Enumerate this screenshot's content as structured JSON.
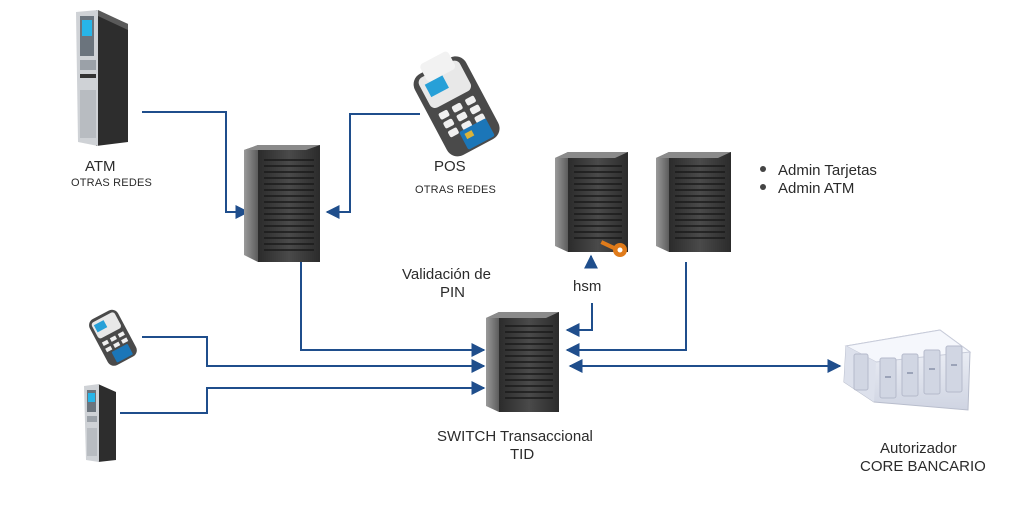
{
  "nodes": {
    "atm": {
      "title": "ATM",
      "subtitle": "OTRAS REDES"
    },
    "pos": {
      "title": "POS",
      "subtitle": "OTRAS REDES"
    },
    "hsm": {
      "label": "hsm"
    },
    "validacion": {
      "line1": "Validación de",
      "line2": "PIN"
    },
    "switch": {
      "line1": "SWITCH Transaccional",
      "line2": "TID"
    },
    "core": {
      "line1": "Autorizador",
      "line2": "CORE BANCARIO"
    },
    "admin": {
      "items": [
        "Admin Tarjetas",
        "Admin ATM"
      ]
    }
  },
  "colors": {
    "connector": "#1f4e8c",
    "server_dark": "#3a3a3a",
    "server_light": "#7a7a7a",
    "key": "#e07b1a",
    "core_body": "#e8ebf3"
  }
}
